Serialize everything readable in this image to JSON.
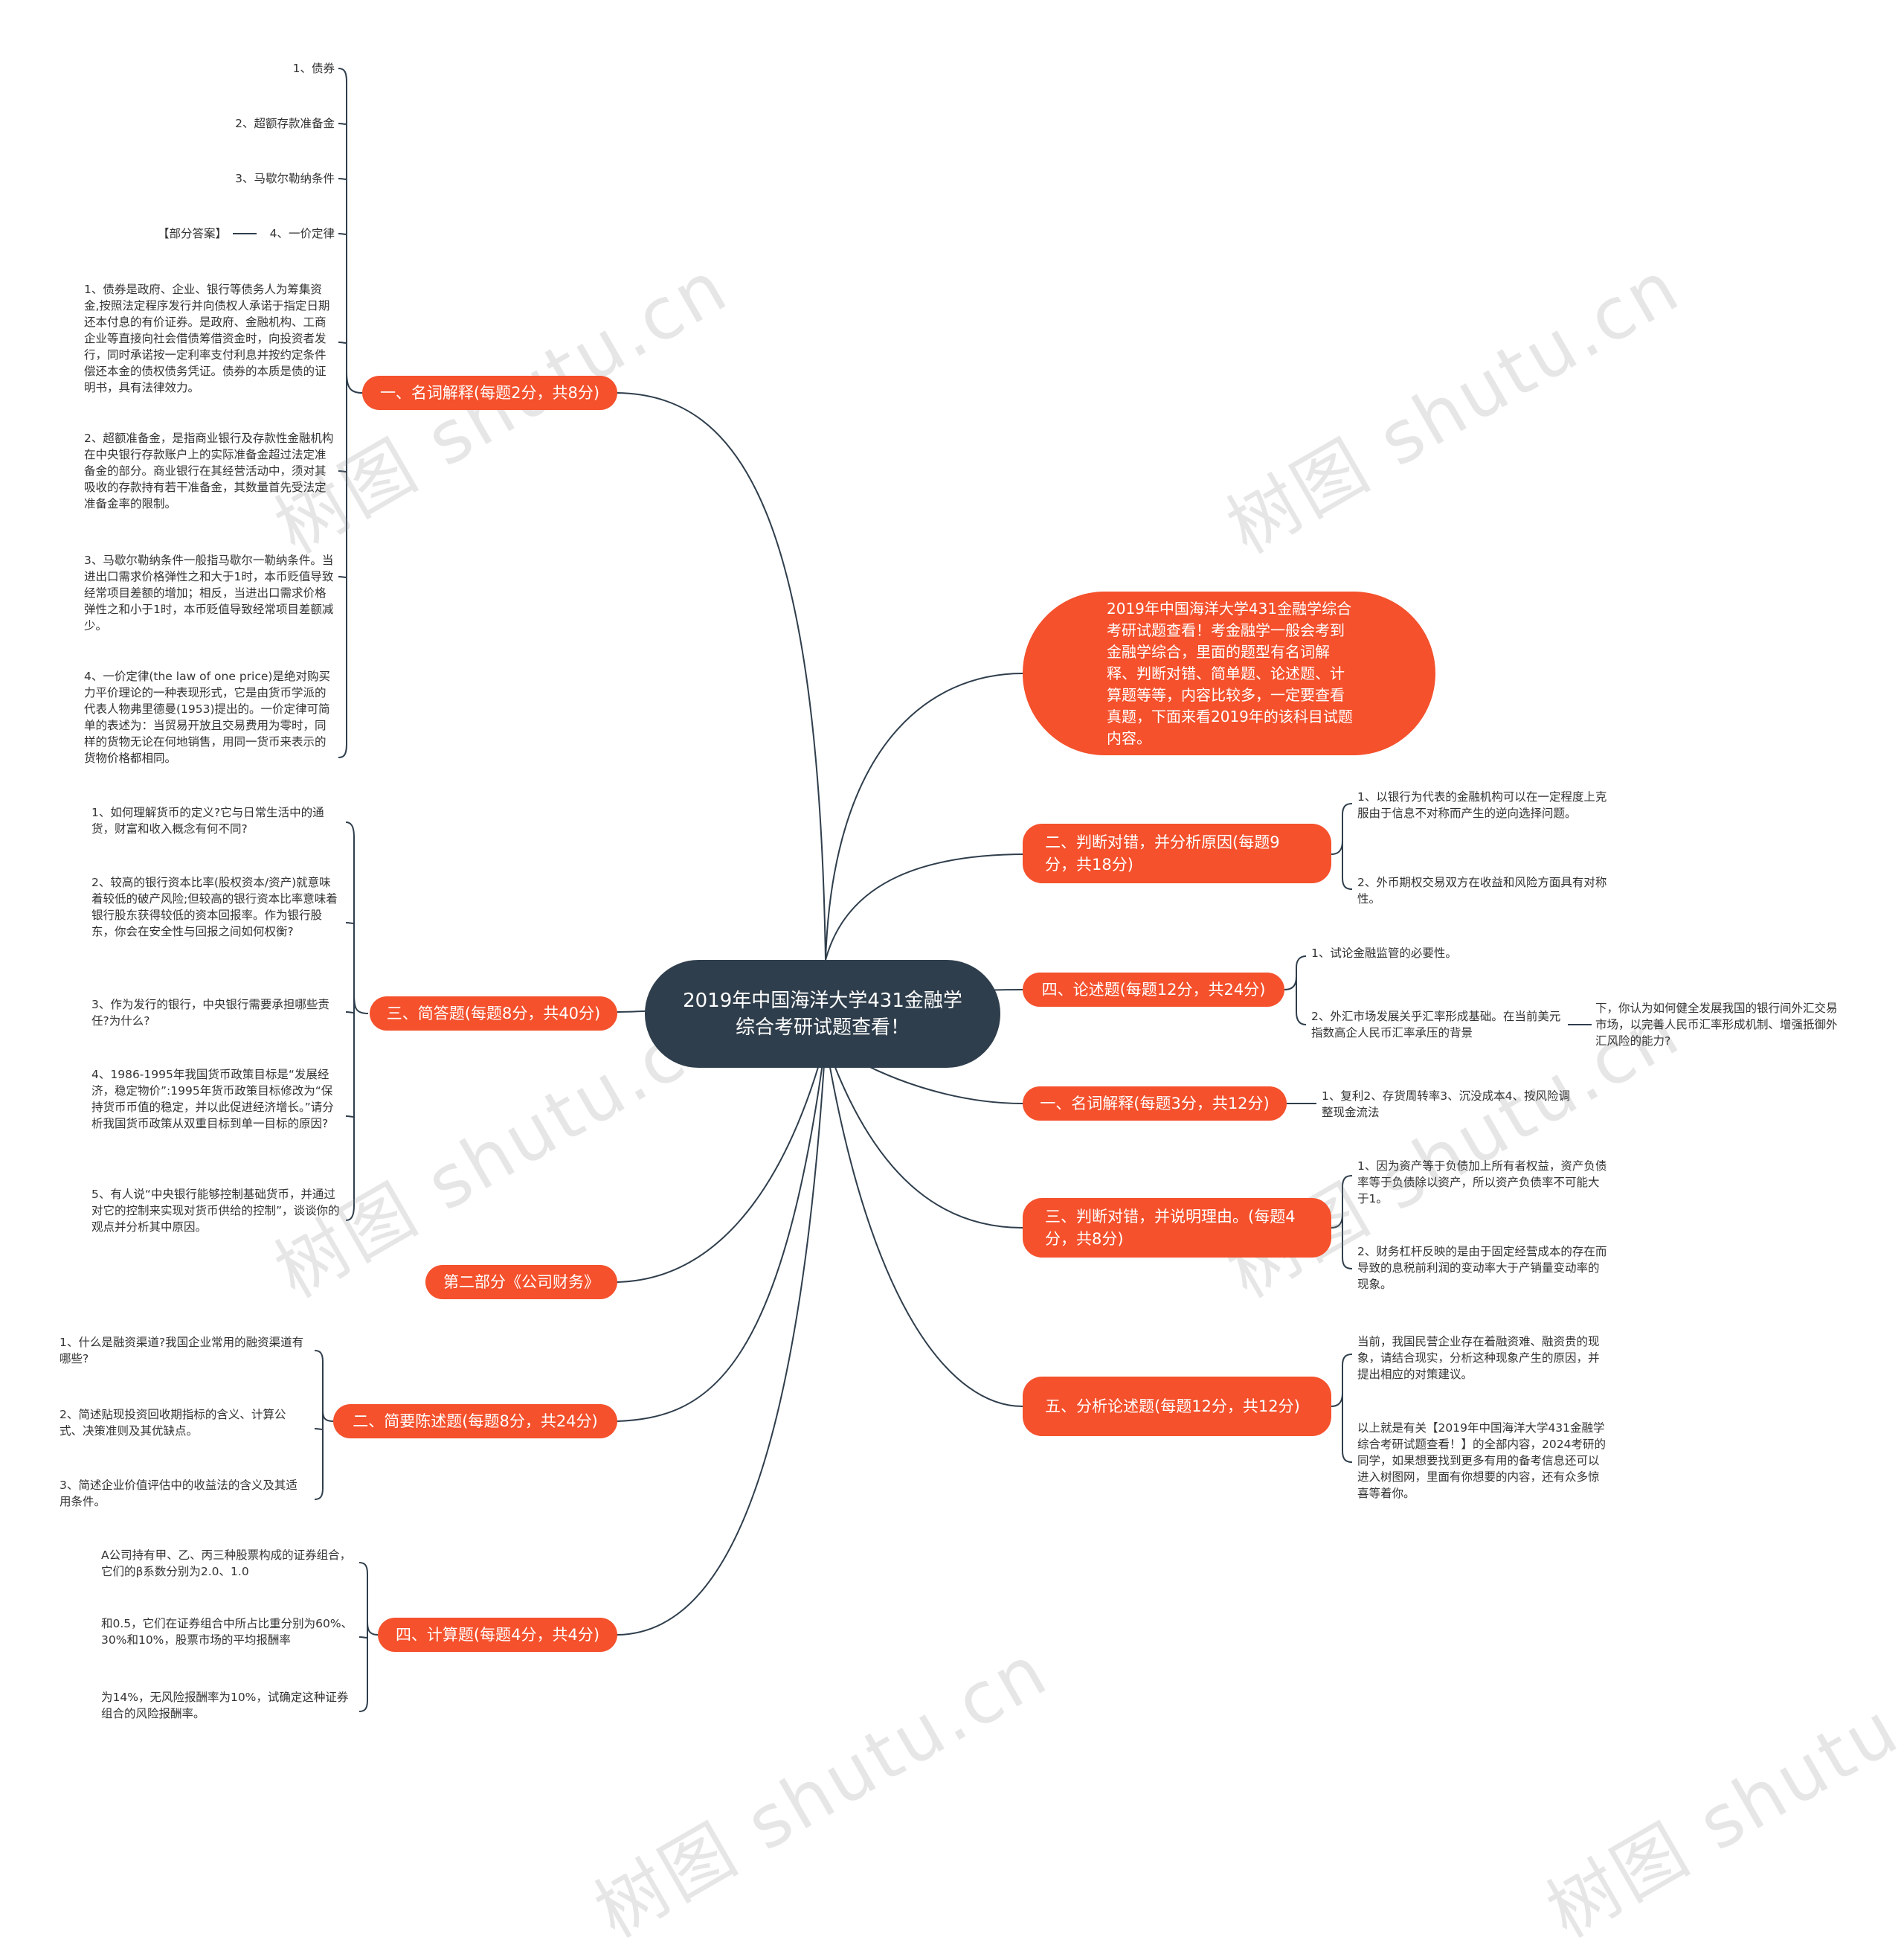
{
  "root": {
    "title": "2019年中国海洋大学431金融学综合考研试题查看！"
  },
  "intro": "2019年中国海洋大学431金融学综合考研试题查看！考金融学一般会考到金融学综合，里面的题型有名词解释、判断对错、简单题、论述题、计算题等等，内容比较多，一定要查看真题，下面来看2019年的该科目试题内容。",
  "left": {
    "b1": {
      "label": "一、名词解释(每题2分，共8分)",
      "items": [
        "1、债券",
        "2、超额存款准备金",
        "3、马歇尔勒纳条件",
        "4、一价定律"
      ],
      "tag": "【部分答案】",
      "answers": [
        "1、债券是政府、企业、银行等债务人为筹集资金,按照法定程序发行并向债权人承诺于指定日期还本付息的有价证券。是政府、金融机构、工商企业等直接向社会借债筹借资金时，向投资者发行，同时承诺按一定利率支付利息并按约定条件偿还本金的债权债务凭证。债券的本质是债的证明书，具有法律效力。",
        "2、超额准备金，是指商业银行及存款性金融机构在中央银行存款账户上的实际准备金超过法定准备金的部分。商业银行在其经营活动中，须对其吸收的存款持有若干准备金，其数量首先受法定准备金率的限制。",
        "3、马歇尔勒纳条件一般指马歇尔一勒纳条件。当进出口需求价格弹性之和大于1时，本币贬值导致经常项目差额的增加；相反，当进出口需求价格弹性之和小于1时，本币贬值导致经常项目差额减少。",
        "4、一价定律(the law of one price)是绝对购买力平价理论的一种表现形式，它是由货币学派的代表人物弗里德曼(1953)提出的。一价定律可简单的表述为：当贸易开放且交易费用为零时，同样的货物无论在何地销售，用同一货币来表示的货物价格都相同。"
      ]
    },
    "b2": {
      "label": "三、简答题(每题8分，共40分)",
      "items": [
        "1、如何理解货币的定义?它与日常生活中的通货，财富和收入概念有何不同?",
        "2、较高的银行资本比率(股权资本/资产)就意味着较低的破产风险;但较高的银行资本比率意味着银行股东获得较低的资本回报率。作为银行股东，你会在安全性与回报之间如何权衡?",
        "3、作为发行的银行，中央银行需要承担哪些责任?为什么?",
        "4、1986-1995年我国货币政策目标是“发展经济，稳定物价”:1995年货币政策目标修改为“保持货币币值的稳定，并以此促进经济增长。”请分析我国货币政策从双重目标到单一目标的原因?",
        "5、有人说“中央银行能够控制基础货币，并通过对它的控制来实现对货币供给的控制”，谈谈你的观点并分析其中原因。"
      ]
    },
    "b3": {
      "label": "第二部分《公司财务》"
    },
    "b4": {
      "label": "二、简要陈述题(每题8分，共24分)",
      "items": [
        "1、什么是融资渠道?我国企业常用的融资渠道有哪些?",
        "2、简述贴现投资回收期指标的含义、计算公式、决策准则及其优缺点。",
        "3、简述企业价值评估中的收益法的含义及其适用条件。"
      ]
    },
    "b5": {
      "label": "四、计算题(每题4分，共4分)",
      "items": [
        "A公司持有甲、乙、丙三种股票构成的证券组合，它们的β系数分别为2.0、1.0",
        "和0.5，它们在证券组合中所占比重分别为60%、30%和10%，股票市场的平均报酬率",
        "为14%，无风险报酬率为10%，试确定这种证券组合的风险报酬率。"
      ]
    }
  },
  "right": {
    "r1": {
      "label": "二、判断对错，并分析原因(每题9分，共18分)",
      "items": [
        "1、以银行为代表的金融机构可以在一定程度上克服由于信息不对称而产生的逆向选择问题。",
        "2、外币期权交易双方在收益和风险方面具有对称性。"
      ]
    },
    "r2": {
      "label": "四、论述题(每题12分，共24分)",
      "items": [
        "1、试论金融监管的必要性。",
        "2、外汇市场发展关乎汇率形成基础。在当前美元指数高企人民币汇率承压的背景"
      ],
      "sub": "下，你认为如何健全发展我国的银行间外汇交易市场，以完善人民币汇率形成机制、增强抵御外汇风险的能力?"
    },
    "r3": {
      "label": "一、名词解释(每题3分，共12分)",
      "items": [
        "1、复利2、存货周转率3、沉没成本4、按风险调整现金流法"
      ]
    },
    "r4": {
      "label": "三、判断对错，并说明理由。(每题4分，共8分)",
      "items": [
        "1、因为资产等于负债加上所有者权益，资产负债率等于负债除以资产，所以资产负债率不可能大于1。",
        "2、财务杠杆反映的是由于固定经营成本的存在而导致的息税前利润的变动率大于产销量变动率的现象。"
      ]
    },
    "r5": {
      "label": "五、分析论述题(每题12分，共12分)",
      "items": [
        "当前，我国民营企业存在着融资难、融资贵的现象，请结合现实，分析这种现象产生的原因，并提出相应的对策建议。",
        "以上就是有关【2019年中国海洋大学431金融学综合考研试题查看！】的全部内容，2024考研的同学，如果想要找到更多有用的备考信息还可以进入树图网，里面有你想要的内容，还有众多惊喜等着你。"
      ]
    }
  },
  "watermark": "树图 shutu.cn",
  "colors": {
    "root": "#2f3e4c",
    "branch": "#f4512c",
    "line": "#2f3e4c",
    "text": "#333333"
  }
}
